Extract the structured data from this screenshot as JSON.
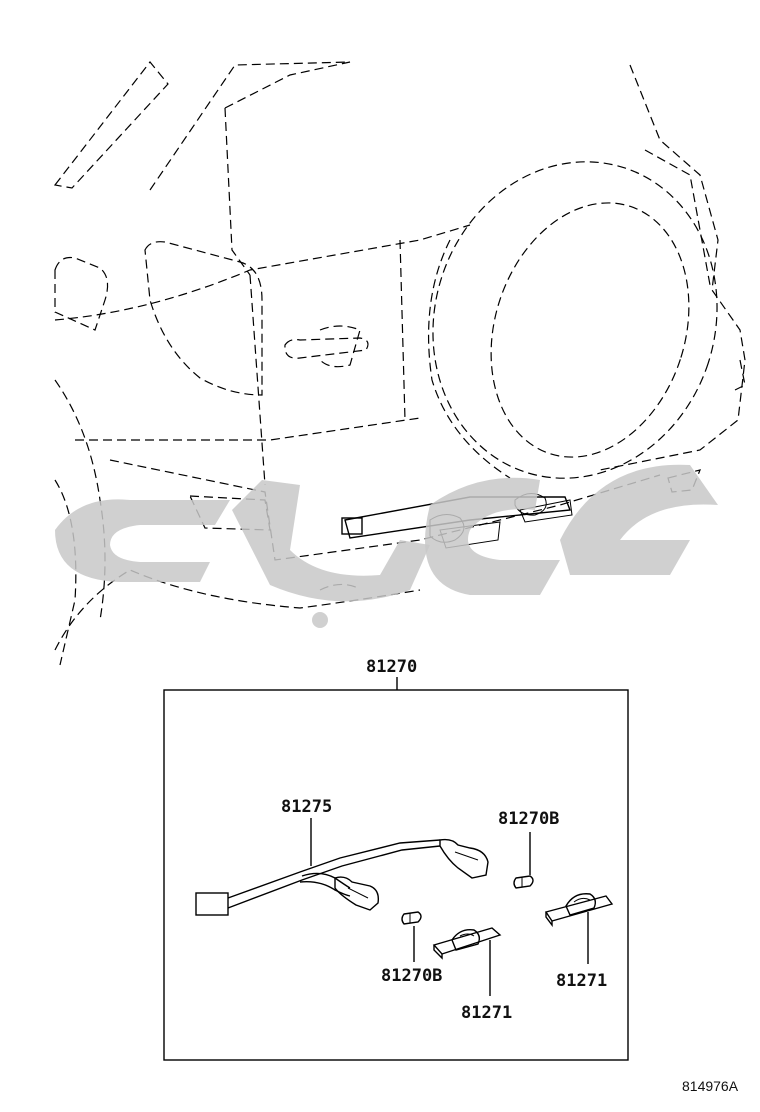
{
  "labels": {
    "kit": "81270",
    "harness": "81275",
    "bulb_top": "81270B",
    "bulb_bottom": "81270B",
    "lamp_left": "81271",
    "lamp_right": "81271"
  },
  "diagram_ref": "814976A",
  "icons": {
    "watermark": "watermark-logo-icon",
    "vehicle": "vehicle-rear-outline-icon",
    "spare_tire": "spare-tire-icon"
  }
}
